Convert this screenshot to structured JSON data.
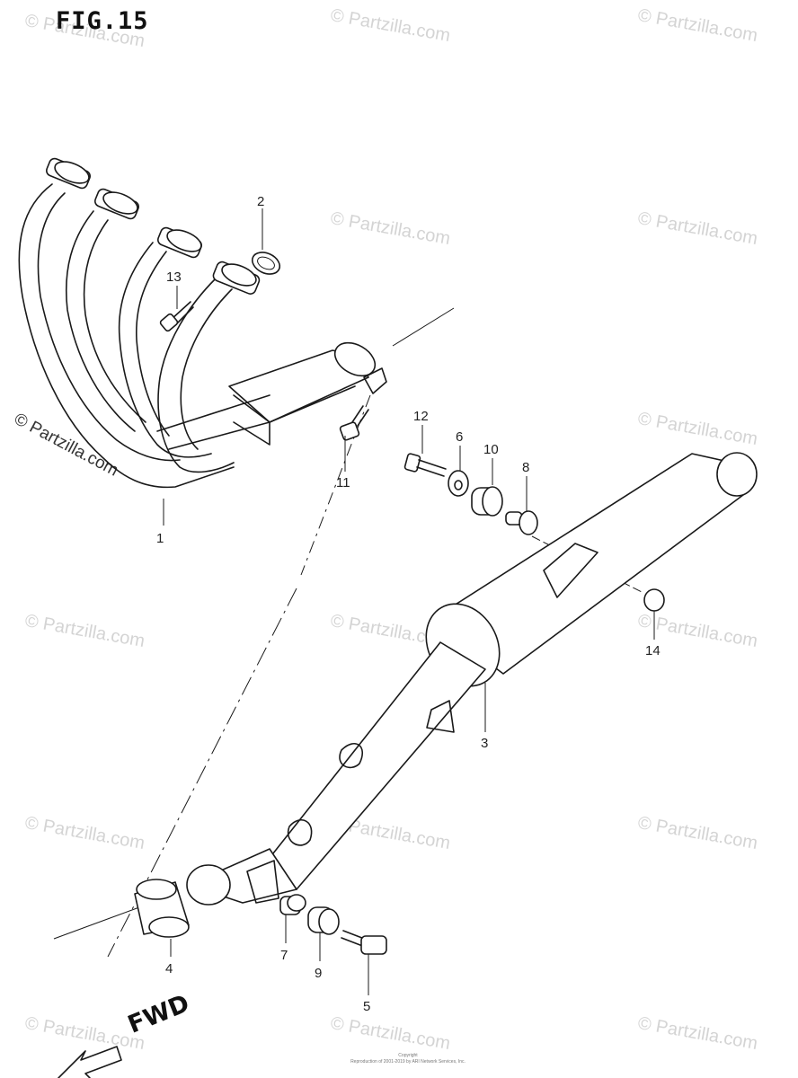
{
  "figure": {
    "title": "FIG.15"
  },
  "watermark": {
    "text": "© Partzilla.com"
  },
  "direction": {
    "label": "FWD"
  },
  "callouts": [
    {
      "id": "c1",
      "label": "1"
    },
    {
      "id": "c2",
      "label": "2"
    },
    {
      "id": "c3",
      "label": "3"
    },
    {
      "id": "c4",
      "label": "4"
    },
    {
      "id": "c5",
      "label": "5"
    },
    {
      "id": "c6",
      "label": "6"
    },
    {
      "id": "c7",
      "label": "7"
    },
    {
      "id": "c8",
      "label": "8"
    },
    {
      "id": "c9",
      "label": "9"
    },
    {
      "id": "c10",
      "label": "10"
    },
    {
      "id": "c11",
      "label": "11"
    },
    {
      "id": "c12",
      "label": "12"
    },
    {
      "id": "c13",
      "label": "13"
    },
    {
      "id": "c14",
      "label": "14"
    }
  ],
  "footer": {
    "line1": "Copyright",
    "line2": "Reproduction of 2001-2019 by ARI Network Services, Inc."
  }
}
